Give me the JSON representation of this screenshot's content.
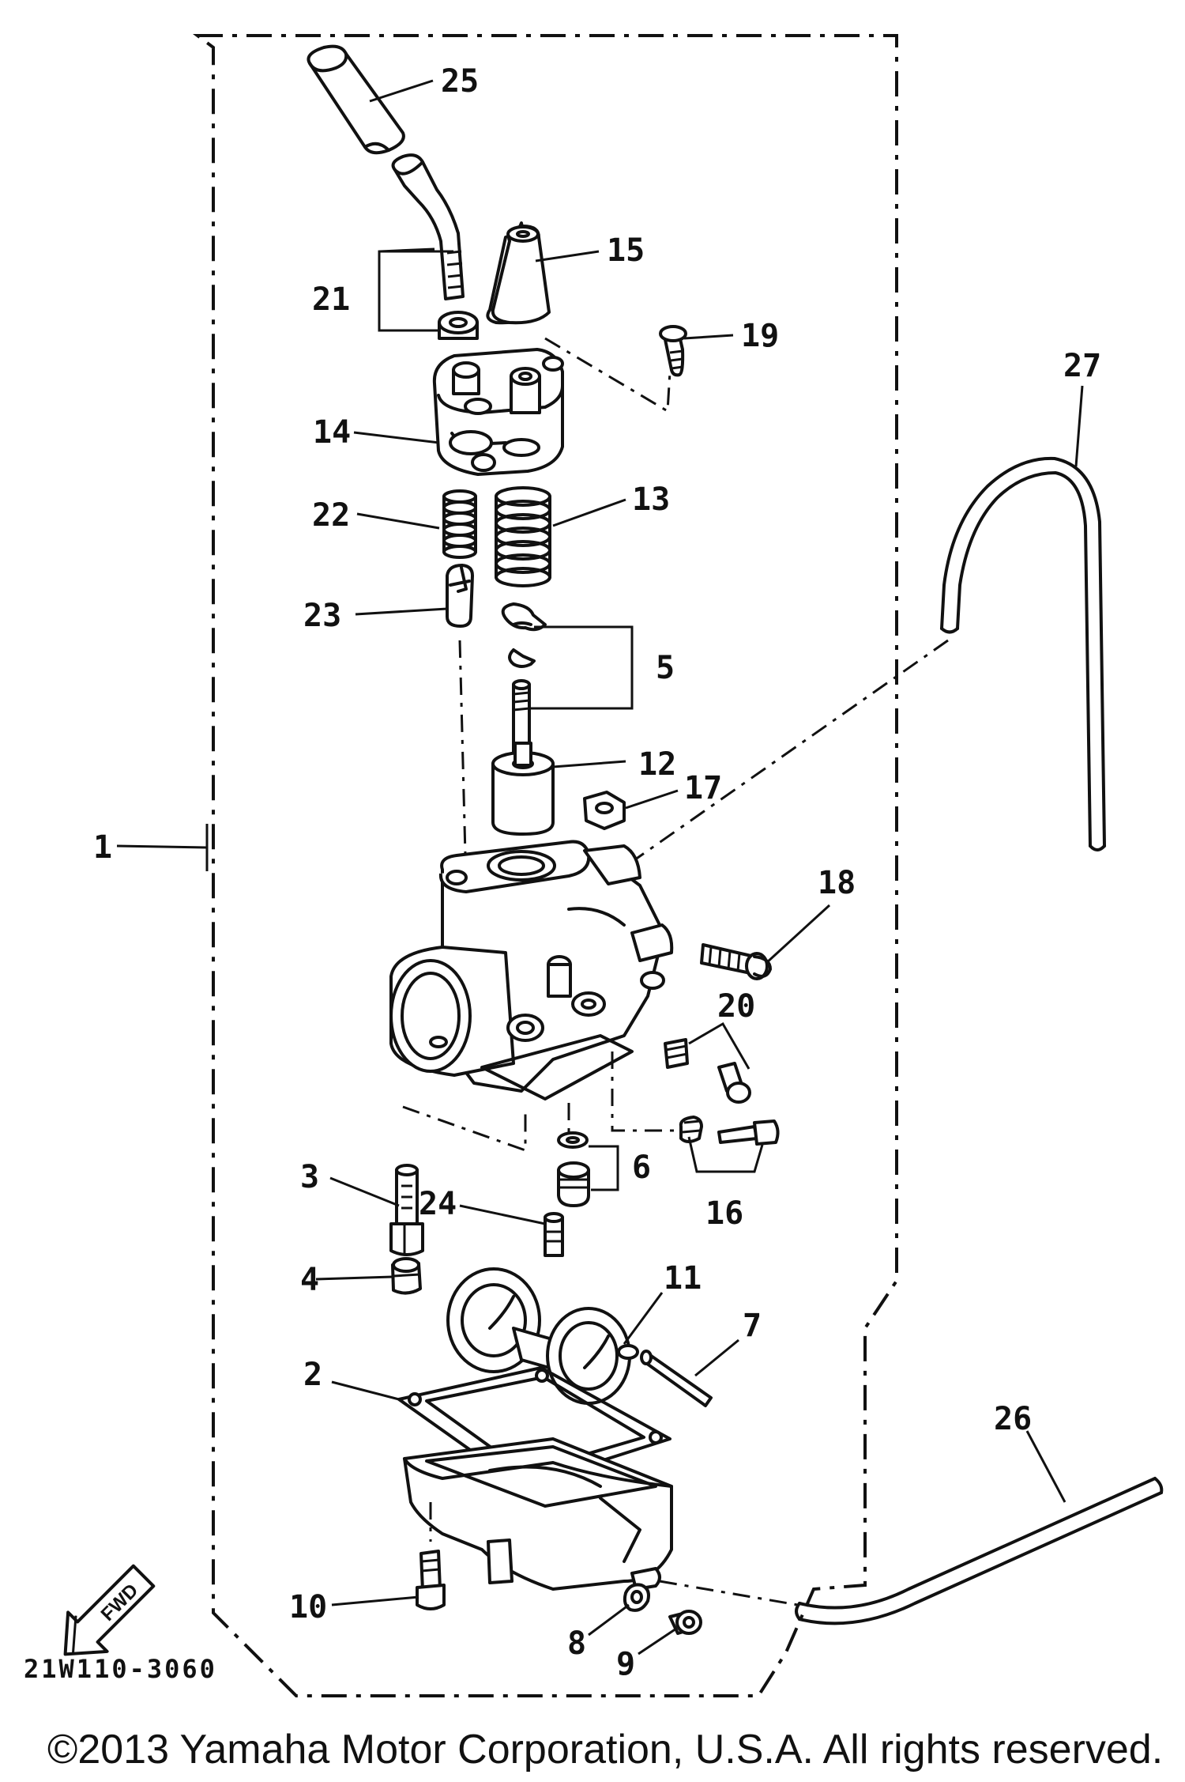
{
  "diagram_code": "21W110-3060",
  "fwd_arrow_label": "FWD",
  "copyright": "©2013 Yamaha Motor Corporation, U.S.A. All rights reserved.",
  "callouts": [
    {
      "id": "c25",
      "label": "25"
    },
    {
      "id": "c15",
      "label": "15"
    },
    {
      "id": "c21",
      "label": "21"
    },
    {
      "id": "c19",
      "label": "19"
    },
    {
      "id": "c27",
      "label": "27"
    },
    {
      "id": "c14",
      "label": "14"
    },
    {
      "id": "c22",
      "label": "22"
    },
    {
      "id": "c13",
      "label": "13"
    },
    {
      "id": "c23",
      "label": "23"
    },
    {
      "id": "c5",
      "label": "5"
    },
    {
      "id": "c12",
      "label": "12"
    },
    {
      "id": "c17",
      "label": "17"
    },
    {
      "id": "c1",
      "label": "1"
    },
    {
      "id": "c18",
      "label": "18"
    },
    {
      "id": "c20",
      "label": "20"
    },
    {
      "id": "c3",
      "label": "3"
    },
    {
      "id": "c6",
      "label": "6"
    },
    {
      "id": "c24",
      "label": "24"
    },
    {
      "id": "c16",
      "label": "16"
    },
    {
      "id": "c4",
      "label": "4"
    },
    {
      "id": "c11",
      "label": "11"
    },
    {
      "id": "c7",
      "label": "7"
    },
    {
      "id": "c2",
      "label": "2"
    },
    {
      "id": "c26",
      "label": "26"
    },
    {
      "id": "c10",
      "label": "10"
    },
    {
      "id": "c8",
      "label": "8"
    },
    {
      "id": "c9",
      "label": "9"
    }
  ]
}
